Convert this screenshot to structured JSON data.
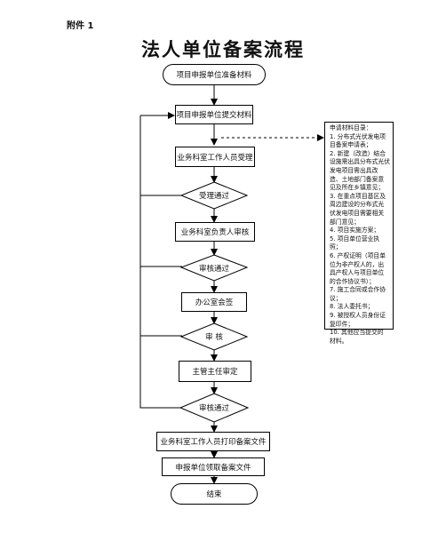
{
  "attachment_label": "附件 1",
  "title": "法人单位备案流程",
  "flow": {
    "start": "项目申报单位准备材料",
    "submit": "项目申报单位提交材料",
    "accept": "业务科室工作人员受理",
    "accept_check": "受理通过",
    "review": "业务科室负责人审核",
    "review_check": "审核通过",
    "office_sign": "办公室会签",
    "audit": "审 核",
    "director_review": "主管主任审定",
    "final_check": "审核通过",
    "print": "业务科室工作人员打印备案文件",
    "collect": "申报单位领取备案文件",
    "end": "结束"
  },
  "materials": {
    "lines": [
      "申请材料目录：",
      "1. 分布式光伏发电项",
      "目备案申请表；",
      "2. 新建（改造）结合",
      "设施需出具分布式光伏",
      "发电项目需出具改",
      "造、土地部门备案意",
      "见及所在乡镇意见；",
      "3. 在重点项目基区及",
      "周边建设的分布式光",
      "伏发电项目需要相关",
      "部门意见；",
      "4. 项目实施方案；",
      "5. 项目单位营业执",
      "照；",
      "6. 产权证明（项目单",
      "位为非产权人的，出",
      "具产权人与项目单位",
      "的合作协议书）；",
      "7. 施工合同或合作协",
      "议；",
      "8. 法人委托书；",
      "9. 被授权人员身份证",
      "复印件；",
      "10. 其他应当提交的",
      "材料。"
    ]
  }
}
